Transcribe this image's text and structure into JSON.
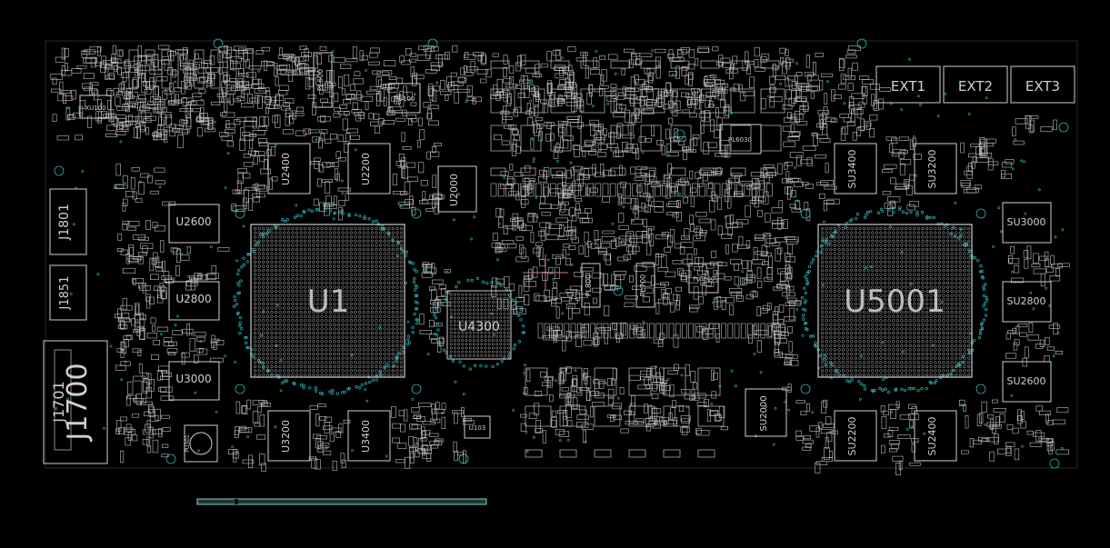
{
  "board": {
    "background": "#000000",
    "silk_color": "#d9d9d9",
    "via_color": "#2fb5b5",
    "pad_color": "#bfbfbf"
  },
  "chips": {
    "gpu": "U1",
    "gpu2": "U5001",
    "bridge": "U4300"
  },
  "memory": {
    "left": [
      "U2600",
      "U2800",
      "U3000"
    ],
    "left_top": [
      "U2400",
      "U2200"
    ],
    "left_bottom": [
      "U3200",
      "U3400"
    ],
    "right": [
      "SU3000",
      "SU2800",
      "SU2600"
    ],
    "right_top": [
      "SU3400",
      "SU3200"
    ],
    "right_bottom": [
      "SU2200",
      "SU2400"
    ],
    "mid": "U2000",
    "mid_low": "SU2000"
  },
  "connectors": {
    "j1801": "J1801",
    "j1851": "J1851",
    "j1700": "J1700",
    "j1701": "J1701",
    "ext": [
      "EXT1",
      "EXT2",
      "EXT3"
    ]
  },
  "small_parts": {
    "xu100": "XU100",
    "pu100": "PU100",
    "pu301": "PU301",
    "pu1000": "PU1000",
    "pl6030": "PL6030",
    "pl600": "PL600",
    "pl800": "PL800",
    "pl700": "PL700",
    "u103": "U103",
    "pl": "PL"
  }
}
